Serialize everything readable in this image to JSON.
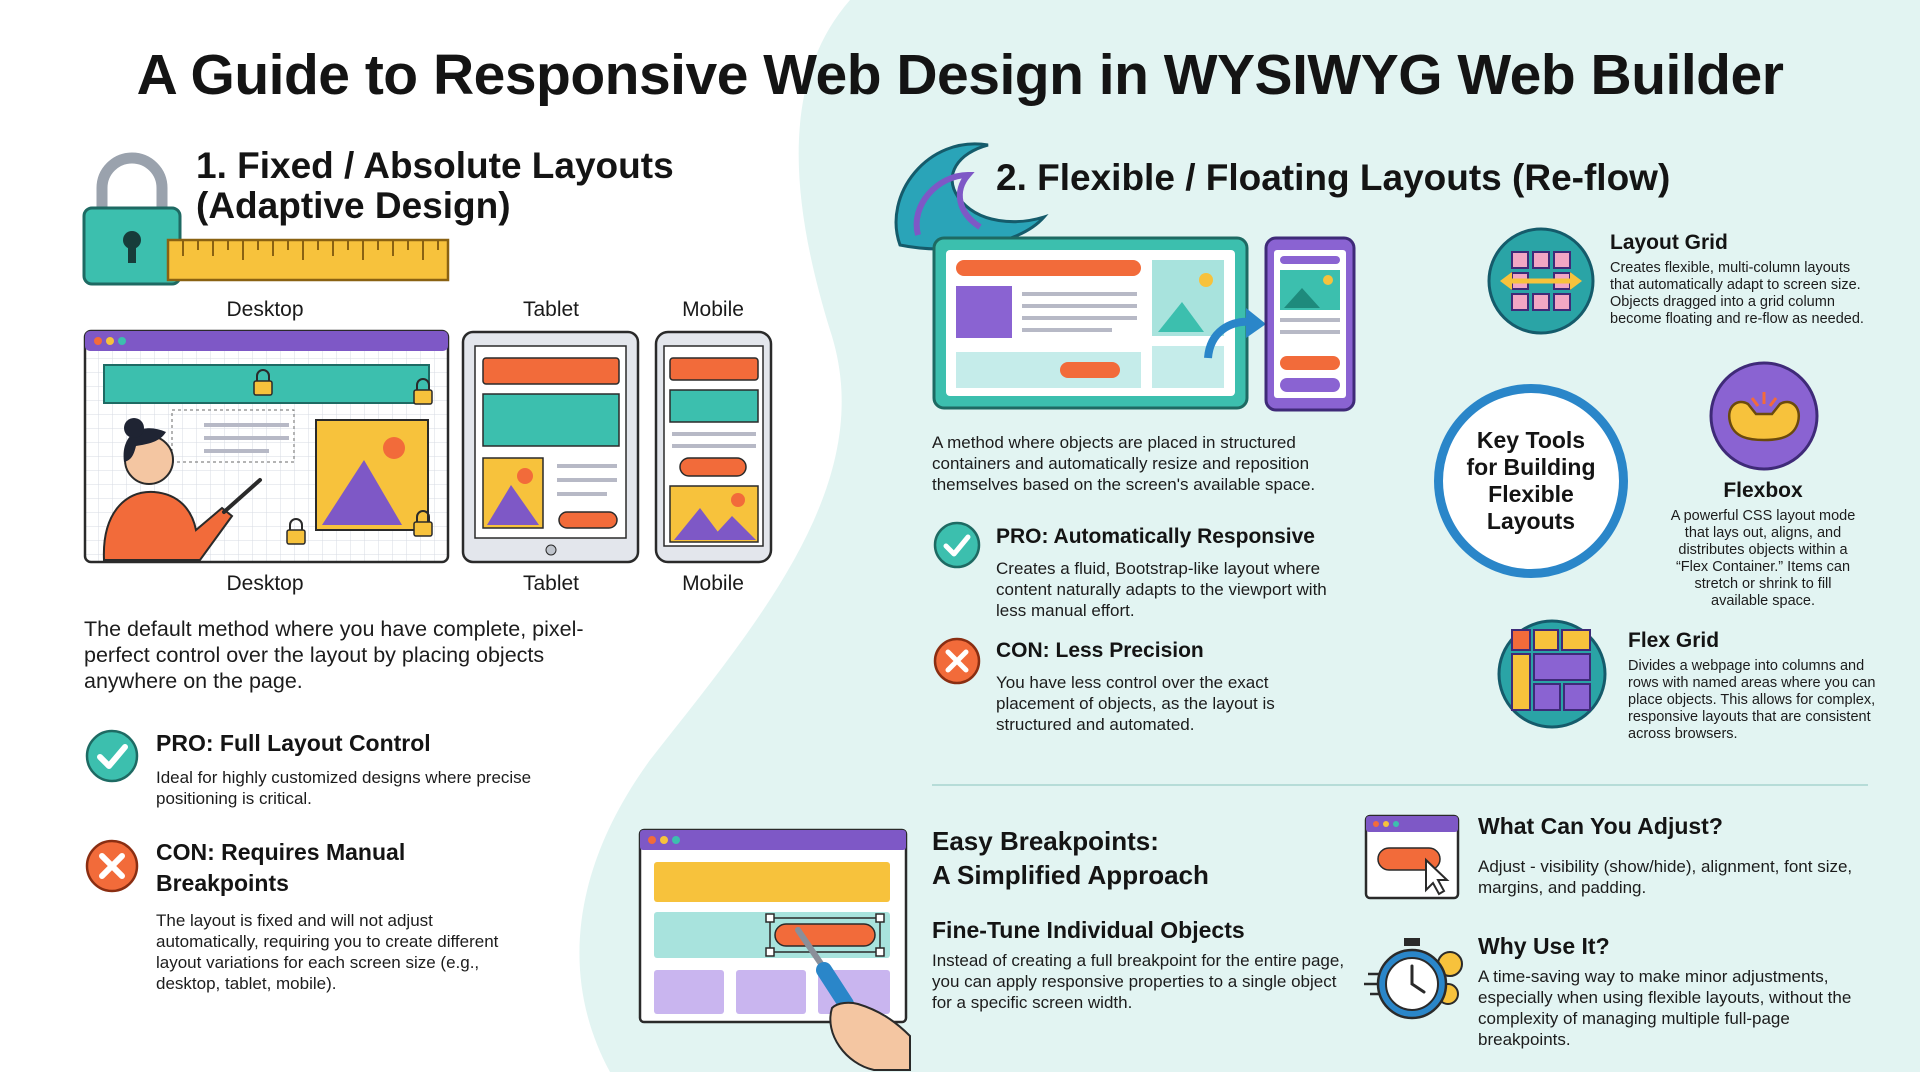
{
  "title": "A Guide to Responsive Web Design in WYSIWYG Web Builder",
  "fixed": {
    "heading_line1": "1. Fixed / Absolute Layouts",
    "heading_line2": "(Adaptive Design)",
    "top_labels": [
      "Desktop",
      "Tablet",
      "Mobile"
    ],
    "bottom_labels": [
      "Desktop",
      "Tablet",
      "Mobile"
    ],
    "description": "The default method where you have complete, pixel-perfect control over the layout by placing objects anywhere on the page.",
    "pro_title": "PRO: Full Layout Control",
    "pro_text": "Ideal for highly customized designs where precise positioning is critical.",
    "con_title_line1": "CON: Requires Manual",
    "con_title_line2": "Breakpoints",
    "con_text": "The layout is fixed and will not adjust automatically, requiring you to create different layout variations for each screen size (e.g., desktop, tablet, mobile)."
  },
  "flex": {
    "heading": "2. Flexible / Floating Layouts (Re-flow)",
    "description": "A method where objects are placed in structured containers and automatically resize and reposition themselves based on the screen's available space.",
    "pro_title": "PRO: Automatically Responsive",
    "pro_text": "Creates a fluid, Bootstrap-like layout where content naturally adapts to the viewport with less manual effort.",
    "con_title": "CON: Less Precision",
    "con_text": "You have less control over the exact placement of objects, as the layout is structured and automated."
  },
  "tools": {
    "center_label": "Key Tools for Building Flexible Layouts",
    "layout_grid_title": "Layout Grid",
    "layout_grid_text": "Creates flexible, multi-column layouts that automatically adapt to screen size. Objects dragged into a grid column become floating and re-flow as needed.",
    "flexbox_title": "Flexbox",
    "flexbox_text": "A powerful CSS layout mode that lays out, aligns, and distributes objects within a “Flex Container.” Items can stretch or shrink to fill available space.",
    "flexgrid_title": "Flex Grid",
    "flexgrid_text": "Divides a webpage into columns and rows with named areas where you can place objects. This allows for complex, responsive layouts that are consistent across browsers."
  },
  "breakpoints": {
    "heading_line1": "Easy Breakpoints:",
    "heading_line2": "A Simplified Approach",
    "subheading": "Fine-Tune Individual Objects",
    "text": "Instead of creating a full breakpoint for the entire page, you can apply responsive properties to a single object for a specific screen width.",
    "adjust_title": "What Can You Adjust?",
    "adjust_text": "Adjust - visibility (show/hide), alignment, font size, margins, and padding.",
    "why_title": "Why Use It?",
    "why_text": "A time-saving way to make minor adjustments, especially when using flexible layouts, without the complexity of managing multiple full-page breakpoints."
  },
  "colors": {
    "teal": "#3cbfae",
    "orange": "#f26b3a",
    "purple": "#8a63d2",
    "yellow": "#f7c23c",
    "blue": "#2a86c9",
    "mint_bg": "#e4f5f3"
  },
  "icons": [
    "padlock-icon",
    "ruler-icon",
    "wave-icon",
    "check-icon",
    "cross-icon",
    "layout-grid-icon",
    "flexbox-icon",
    "flex-grid-icon",
    "cursor-icon",
    "stopwatch-icon",
    "screwdriver-icon"
  ]
}
